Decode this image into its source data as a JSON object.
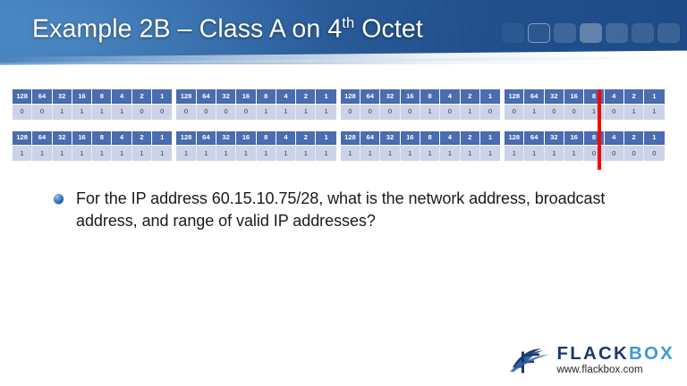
{
  "header": {
    "title_main": "Example 2B – Class A on 4",
    "title_sup": "th",
    "title_tail": " Octet",
    "squares": [
      {
        "name": "header-square-1",
        "opacity": 0.06,
        "style": "solid"
      },
      {
        "name": "header-square-2",
        "opacity": 0.1,
        "style": "outlined"
      },
      {
        "name": "header-square-3",
        "opacity": 0.14,
        "style": "solid"
      },
      {
        "name": "header-square-4",
        "opacity": 0.3,
        "style": "solid"
      },
      {
        "name": "header-square-5",
        "opacity": 0.16,
        "style": "solid"
      },
      {
        "name": "header-square-6",
        "opacity": 0.13,
        "style": "solid"
      },
      {
        "name": "header-square-7",
        "opacity": 0.13,
        "style": "solid"
      }
    ],
    "gradient_left": "#3b7ab5",
    "gradient_right": "#1c4a86"
  },
  "bit_tables": {
    "bit_weights": [
      "128",
      "64",
      "32",
      "16",
      "8",
      "4",
      "2",
      "1"
    ],
    "header_cell_color": "#4a6cb0",
    "value_cell_color": "#ccd3e8",
    "boundary_marker_color": "#fe0000",
    "rows": [
      {
        "label": "ip-address-binary",
        "decimal": "60.15.10.75",
        "octets": [
          {
            "decimal": "60",
            "bits": [
              "0",
              "0",
              "1",
              "1",
              "1",
              "1",
              "0",
              "0"
            ]
          },
          {
            "decimal": "15",
            "bits": [
              "0",
              "0",
              "0",
              "0",
              "1",
              "1",
              "1",
              "1"
            ]
          },
          {
            "decimal": "10",
            "bits": [
              "0",
              "0",
              "0",
              "0",
              "1",
              "0",
              "1",
              "0"
            ]
          },
          {
            "decimal": "75",
            "bits": [
              "0",
              "1",
              "0",
              "0",
              "1",
              "0",
              "1",
              "1"
            ]
          }
        ]
      },
      {
        "label": "subnet-mask-binary",
        "decimal": "255.255.255.240",
        "octets": [
          {
            "decimal": "255",
            "bits": [
              "1",
              "1",
              "1",
              "1",
              "1",
              "1",
              "1",
              "1"
            ]
          },
          {
            "decimal": "255",
            "bits": [
              "1",
              "1",
              "1",
              "1",
              "1",
              "1",
              "1",
              "1"
            ]
          },
          {
            "decimal": "255",
            "bits": [
              "1",
              "1",
              "1",
              "1",
              "1",
              "1",
              "1",
              "1"
            ]
          },
          {
            "decimal": "240",
            "bits": [
              "1",
              "1",
              "1",
              "1",
              "0",
              "0",
              "0",
              "0"
            ]
          }
        ]
      }
    ]
  },
  "body": {
    "bullet_text": "For the IP address 60.15.10.75/28, what is the network address, broadcast address, and range of valid IP addresses?"
  },
  "logo": {
    "word_part1": "FLACK",
    "word_part2": "BOX",
    "url": "www.flackbox.com",
    "color_part1": "#1b3a6b",
    "color_part2": "#3f9ad6"
  }
}
